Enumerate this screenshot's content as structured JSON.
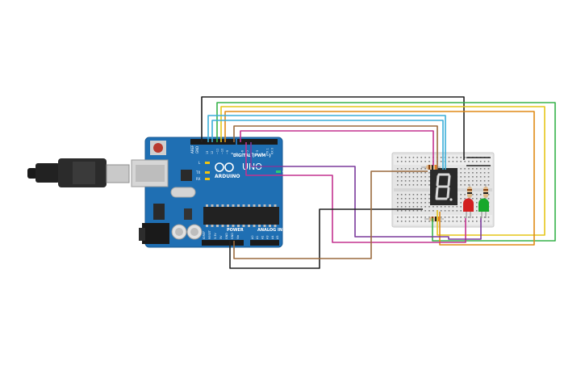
{
  "board": {
    "brand": "ARDUINO",
    "model": "UNO",
    "digital_header": "DIGITAL (PWM~)",
    "power_header": "POWER",
    "analog_header": "ANALOG IN",
    "tx_label": "TX",
    "rx_label": "RX",
    "l_label": "L",
    "on_label": "ON",
    "aref_label": "AREF",
    "gnd_label": "GND",
    "digital_pins": [
      "13",
      "12",
      "~11",
      "~10",
      "~9",
      "8",
      "7",
      "~6",
      "~5",
      "4",
      "~3",
      "2",
      "TX 1",
      "RX 0"
    ],
    "power_pins": [
      "IOREF",
      "RESET",
      "3.3V",
      "5V",
      "GND",
      "GND",
      "Vin"
    ],
    "analog_pins": [
      "A0",
      "A1",
      "A2",
      "A3",
      "A4",
      "A5"
    ],
    "board_color": "#1f6fb3"
  },
  "display": {
    "digit": "8"
  },
  "leds": [
    {
      "color_name": "red",
      "color": "#d21f1f"
    },
    {
      "color_name": "green",
      "color": "#17a82b"
    }
  ],
  "wire_colors": {
    "black": "#222222",
    "orange": "#e08a16",
    "yellow": "#e6c619",
    "green": "#36b24a",
    "cyan": "#3aaed8",
    "brown": "#9a6a3e",
    "magenta": "#c3328f",
    "purple": "#7b3a9c"
  }
}
